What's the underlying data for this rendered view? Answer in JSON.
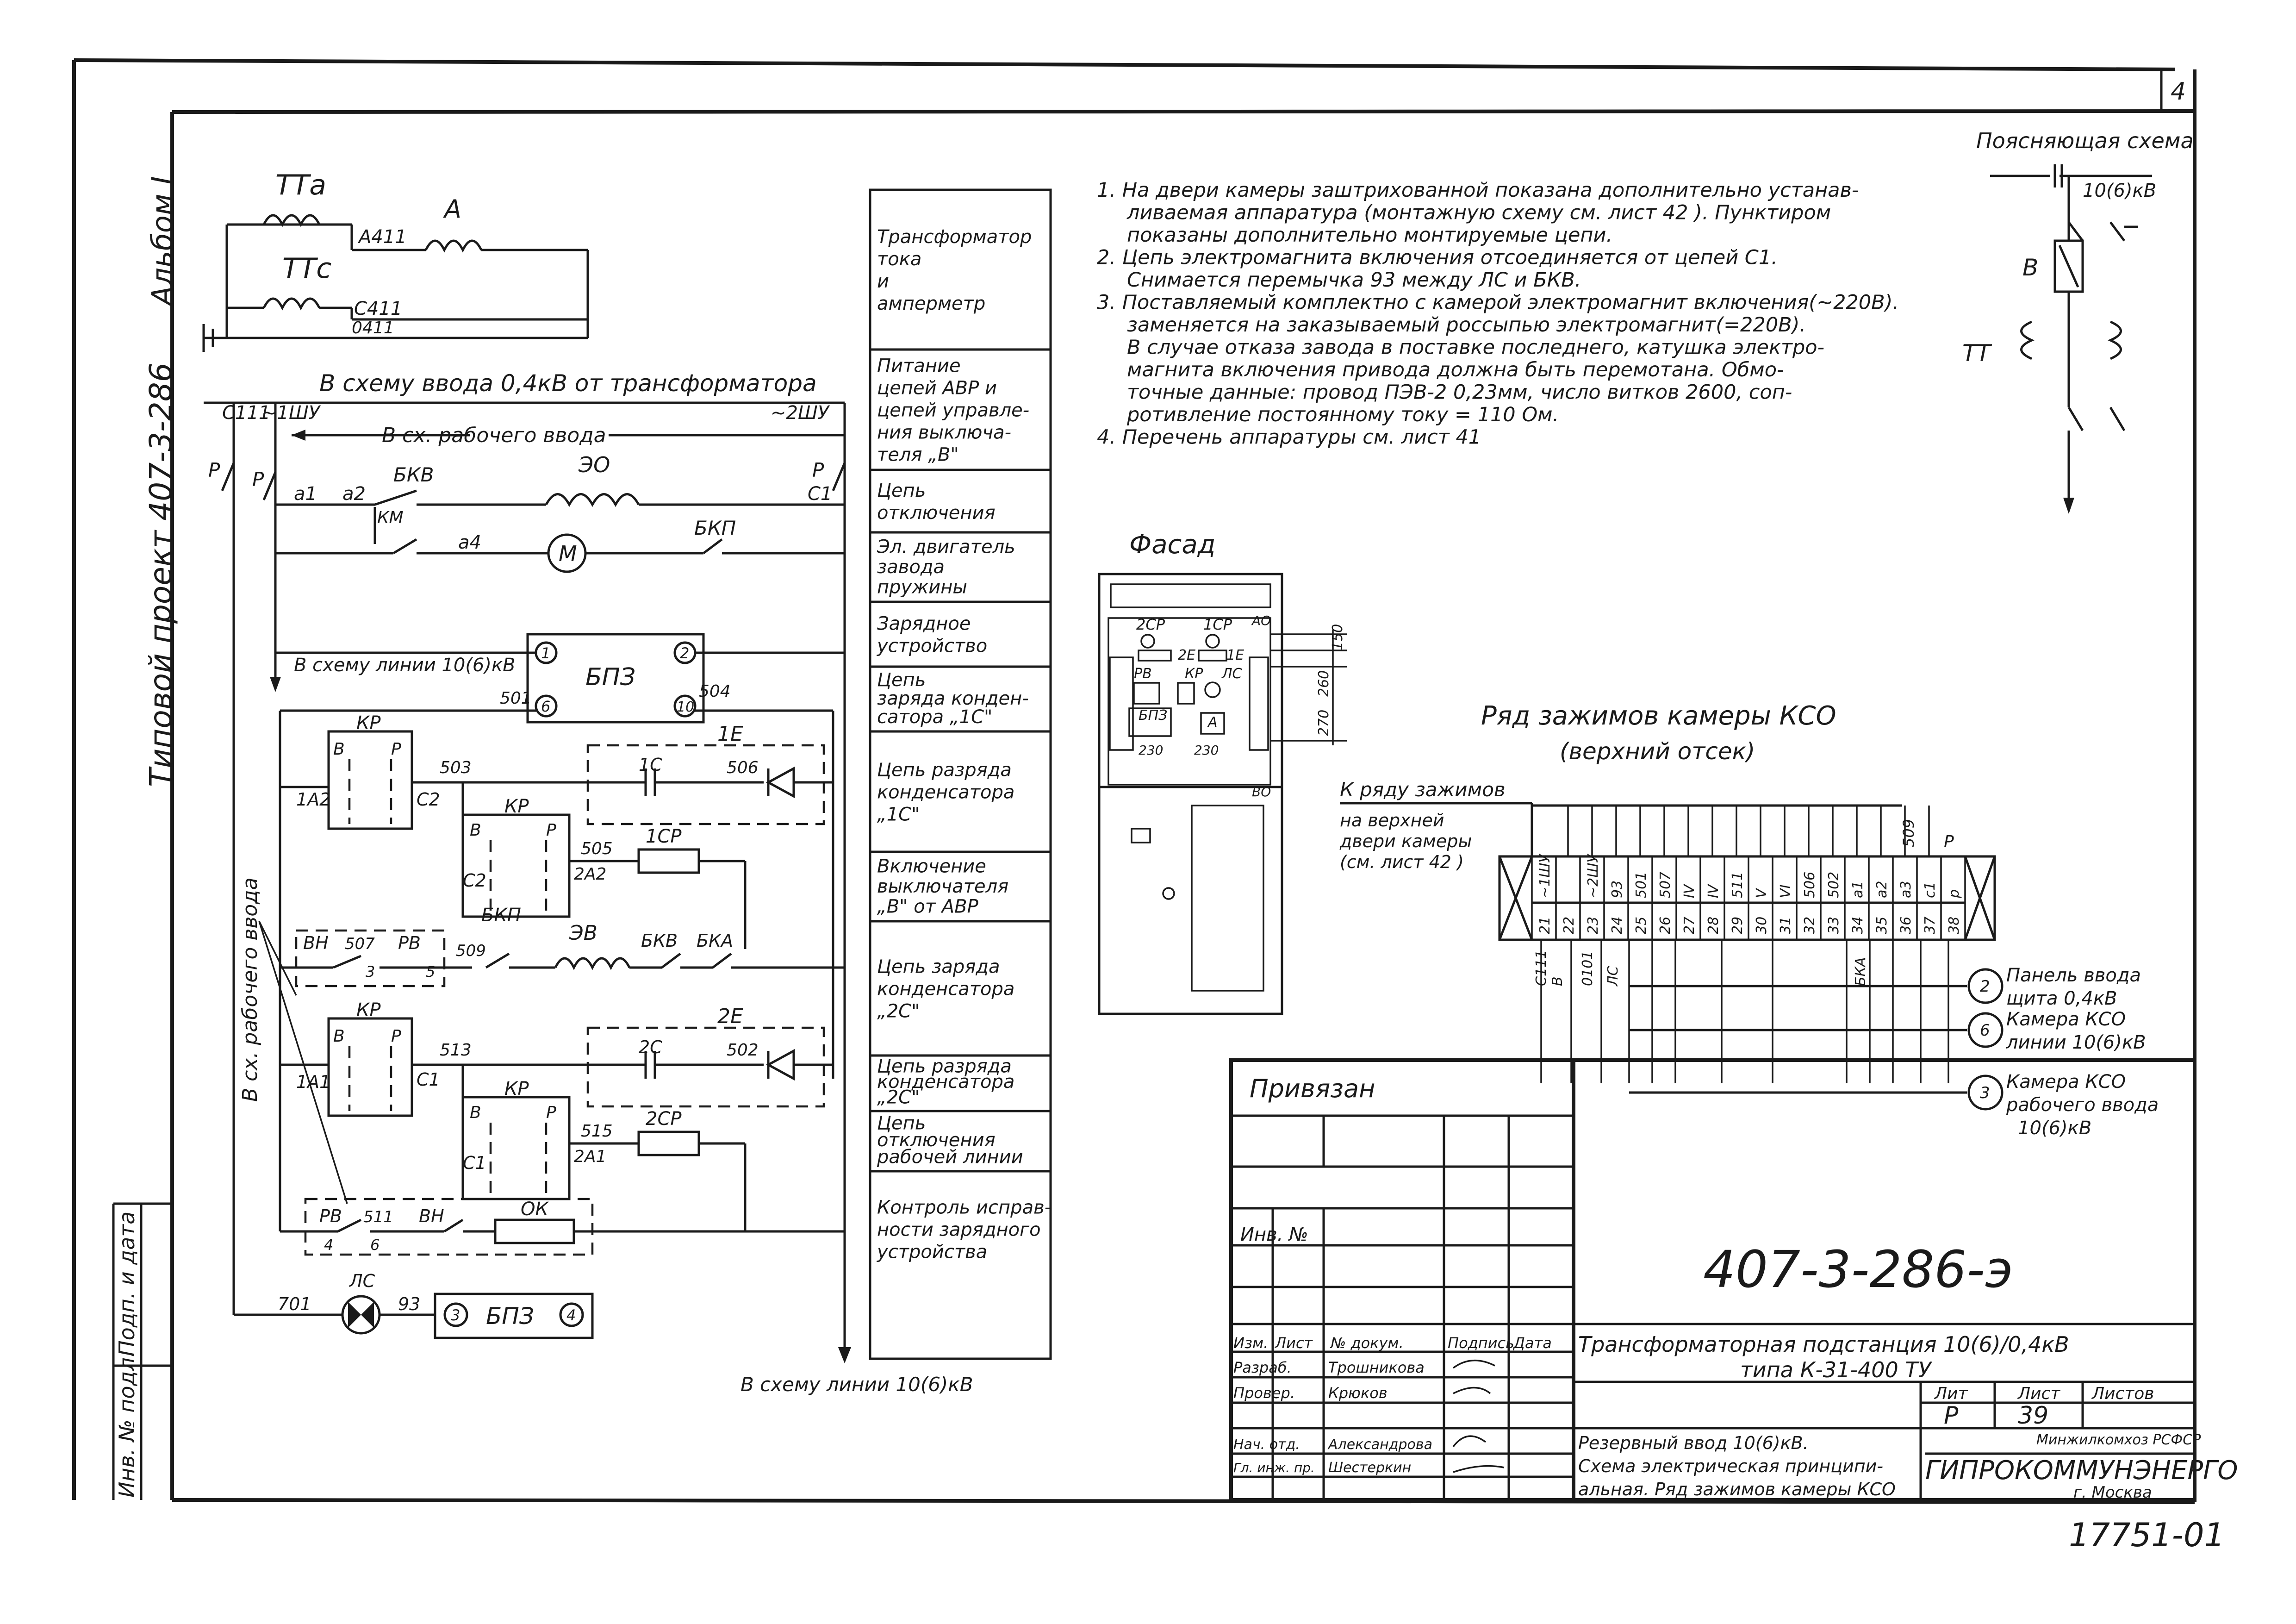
{
  "project": {
    "code": "407-3-286-э",
    "album": "Альбом I",
    "series_label": "Типовой проект 407-3-286",
    "sheet_id": "17751-01",
    "page_mark": "4"
  },
  "explanatory": {
    "title": "Поясняющая схема",
    "voltage": "10(6)кВ",
    "breaker": "В",
    "tt": "ТТ"
  },
  "notes": [
    "1. На двери камеры заштрихованной показана дополнительно устанав-",
    "ливаемая аппаратура (монтажную схему см. лист 42 ). Пунктиром",
    "показаны дополнительно монтируемые цепи.",
    "2. Цепь электромагнита включения отсоединяется от цепей С1.",
    "Снимается перемычка 93 между ЛС и БКВ.",
    "3. Поставляемый комплектно с камерой электромагнит включения(~220В).",
    "заменяется на заказываемый россыпью электромагнит(=220В).",
    "В случае отказа завода в поставке последнего, катушка электро-",
    "магнита включения привода должна быть перемотана. Обмо-",
    "точные данные: провод ПЭВ-2 0,23мм, число витков 2600, соп-",
    "ротивление постоянному току = 110 Ом.",
    "4. Перечень аппаратуры см. лист 41"
  ],
  "circuit_labels": {
    "tta": "ТТа",
    "ttc": "ТТс",
    "a411": "А411",
    "c411": "С411",
    "n0411": "0411",
    "ammeter": "A",
    "to_input": "В схему ввода 0,4кВ от трансформатора",
    "c111": "С111",
    "shu1": "~1ШУ",
    "shu2": "~2ШУ",
    "to_work_input": "В сх. рабочего ввода",
    "p1": "Р",
    "p2": "Р",
    "p3": "Р",
    "a1": "а1",
    "a2": "а2",
    "a4": "а4",
    "c1": "С1",
    "bkv": "БКВ",
    "km": "КМ",
    "eo": "ЭО",
    "motor": "М",
    "bkp": "БКП",
    "to_line": "В схему линии 10(6)кВ",
    "bpz": "БПЗ",
    "n1": "1",
    "n2": "2",
    "n6": "6",
    "n10": "10",
    "n501": "501",
    "n504": "504",
    "n503": "503",
    "n506": "506",
    "n505": "505",
    "n507": "507",
    "n509": "509",
    "n513": "513",
    "n502": "502",
    "n515": "515",
    "n511": "511",
    "n701": "701",
    "n93": "93",
    "kp": "КР",
    "b": "В",
    "p": "Р",
    "one_a2": "1А2",
    "c2": "С2",
    "two_a2": "2А2",
    "one_e": "1Е",
    "one_c": "1С",
    "one_cp": "1СР",
    "bh": "ВН",
    "pb": "РВ",
    "bkp2": "БКП",
    "ev": "ЭВ",
    "bkv2": "БКВ",
    "bka": "БКА",
    "one_a1": "1А1",
    "two_a1": "2А1",
    "c1b": "С1",
    "two_e": "2Е",
    "two_c": "2С",
    "two_cp": "2СР",
    "ok": "ОК",
    "ls": "ЛС",
    "n3": "3",
    "n4": "4",
    "n5": "5",
    "n6b": "6",
    "work_input_vert": "В сх. рабочего ввода",
    "to_line_bottom": "В схему линии 10(6)кВ"
  },
  "function_table": [
    [
      "Трансформатор",
      "тока",
      "и",
      "амперметр"
    ],
    [
      "Питание",
      "цепей АВР и",
      "цепей управле-",
      "ния выключа-",
      "теля „В\""
    ],
    [
      "Цепь",
      "отключения"
    ],
    [
      "Эл. двигатель",
      "завода",
      "пружины"
    ],
    [
      "Зарядное",
      "устройство"
    ],
    [
      "Цепь",
      "заряда конден-",
      "сатора „1С\""
    ],
    [
      "Цепь разряда",
      "конденсатора",
      "„1С\""
    ],
    [
      "Включение",
      "выключателя",
      "„В\" от АВР"
    ],
    [
      "Цепь заряда",
      "конденсатора",
      "„2С\""
    ],
    [
      "Цепь разряда",
      "конденсатора",
      "„2С\""
    ],
    [
      "Цепь",
      "отключения",
      "рабочей линии"
    ],
    [
      "Контроль исправ-",
      "ности зарядного",
      "устройства"
    ]
  ],
  "facade": {
    "title": "Фасад",
    "labels": [
      "2СР",
      "1СР",
      "2Е",
      "1Е",
      "РВ",
      "КР",
      "ЛС",
      "БПЗ",
      "А",
      "АО",
      "ВО"
    ],
    "dims": [
      "150",
      "260",
      "270",
      "230",
      "230"
    ]
  },
  "terminal_row": {
    "title": "Ряд зажимов камеры КСО",
    "subtitle": "(верхний отсек)",
    "to_row": "К ряду зажимов",
    "note1": "на верхней",
    "note2": "двери камеры",
    "note3": "(см. лист 42 )",
    "numbers": [
      "21",
      "22",
      "23",
      "24",
      "25",
      "26",
      "27",
      "28",
      "29",
      "30",
      "31",
      "32",
      "33",
      "34",
      "35",
      "36",
      "37",
      "38"
    ],
    "marks": [
      "~1ШУ",
      "",
      "~2ШУ",
      "93",
      "501",
      "507",
      "IV",
      "IV",
      "511",
      "V",
      "VI",
      "506",
      "502",
      "а1",
      "а2",
      "а3",
      "с1",
      "р"
    ],
    "top509": "509",
    "top_p": "Р",
    "below": [
      "С111",
      "В",
      "0101",
      "ЛС",
      "БКА"
    ],
    "dest": [
      {
        "n": "2",
        "l1": "Панель ввода",
        "l2": "щита 0,4кВ"
      },
      {
        "n": "6",
        "l1": "Камера КСО",
        "l2": "линии 10(6)кВ"
      },
      {
        "n": "3",
        "l1": "Камера КСО",
        "l2": "рабочего ввода",
        "l3": "10(6)кВ"
      }
    ]
  },
  "title_block": {
    "bound": "Привязан",
    "inv": "Инв. №",
    "code": "407-3-286-э",
    "hdr": [
      "Изм.",
      "Лист",
      "№ докум.",
      "Подпись",
      "Дата"
    ],
    "title1": "Трансформаторная подстанция 10(6)/0,4кВ",
    "title2": "типа К-31-400 ТУ",
    "stage_h": "Лит",
    "sheet_h": "Лист",
    "sheets_h": "Листов",
    "stage": "Р",
    "sheet": "39",
    "rows": [
      [
        "Разраб.",
        "Трошникова"
      ],
      [
        "Провер.",
        "Крюков"
      ],
      [
        "Нач. отд.",
        "Александрова"
      ],
      [
        "Гл. инж. пр.",
        "Шестеркин"
      ]
    ],
    "desc1": "Резервный ввод 10(6)кВ.",
    "desc2": "Схема электрическая принципи-",
    "desc3": "альная. Ряд зажимов камеры КСО",
    "org_top": "Минжилкомхоз РСФСР",
    "org": "ГИПРОКОММУНЭНЕРГО",
    "city": "г. Москва"
  },
  "sidebar": {
    "inv": "Инв. № подл.",
    "sign": "Подп. и дата"
  }
}
